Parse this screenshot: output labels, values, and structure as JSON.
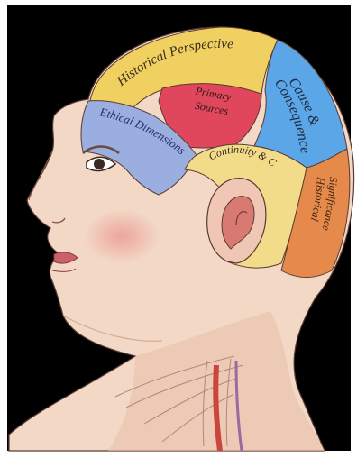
{
  "regions": {
    "historical": {
      "label": "Historical Perspective",
      "color": "#f0d060"
    },
    "primary_line1": {
      "label": "Primary"
    },
    "primary_line2": {
      "label": "Sources"
    },
    "primary": {
      "color": "#e0465c"
    },
    "cause_line1": {
      "label": "Cause &"
    },
    "cause_line2": {
      "label": "Consequence"
    },
    "cause": {
      "color": "#5aa6e6"
    },
    "ethical": {
      "label": "Ethical Dimensions",
      "color": "#9aaee0"
    },
    "continuity": {
      "label": "Continuity & Change",
      "color": "#f2dc8a"
    },
    "significance_line1": {
      "label": "Historical"
    },
    "significance_line2": {
      "label": "Significance"
    },
    "significance": {
      "color": "#e58a4a"
    }
  },
  "colors": {
    "background": "#000000",
    "skin": "#f3d8c6",
    "skin_shadow": "#e7c1ac",
    "outline": "#5a3a32"
  }
}
